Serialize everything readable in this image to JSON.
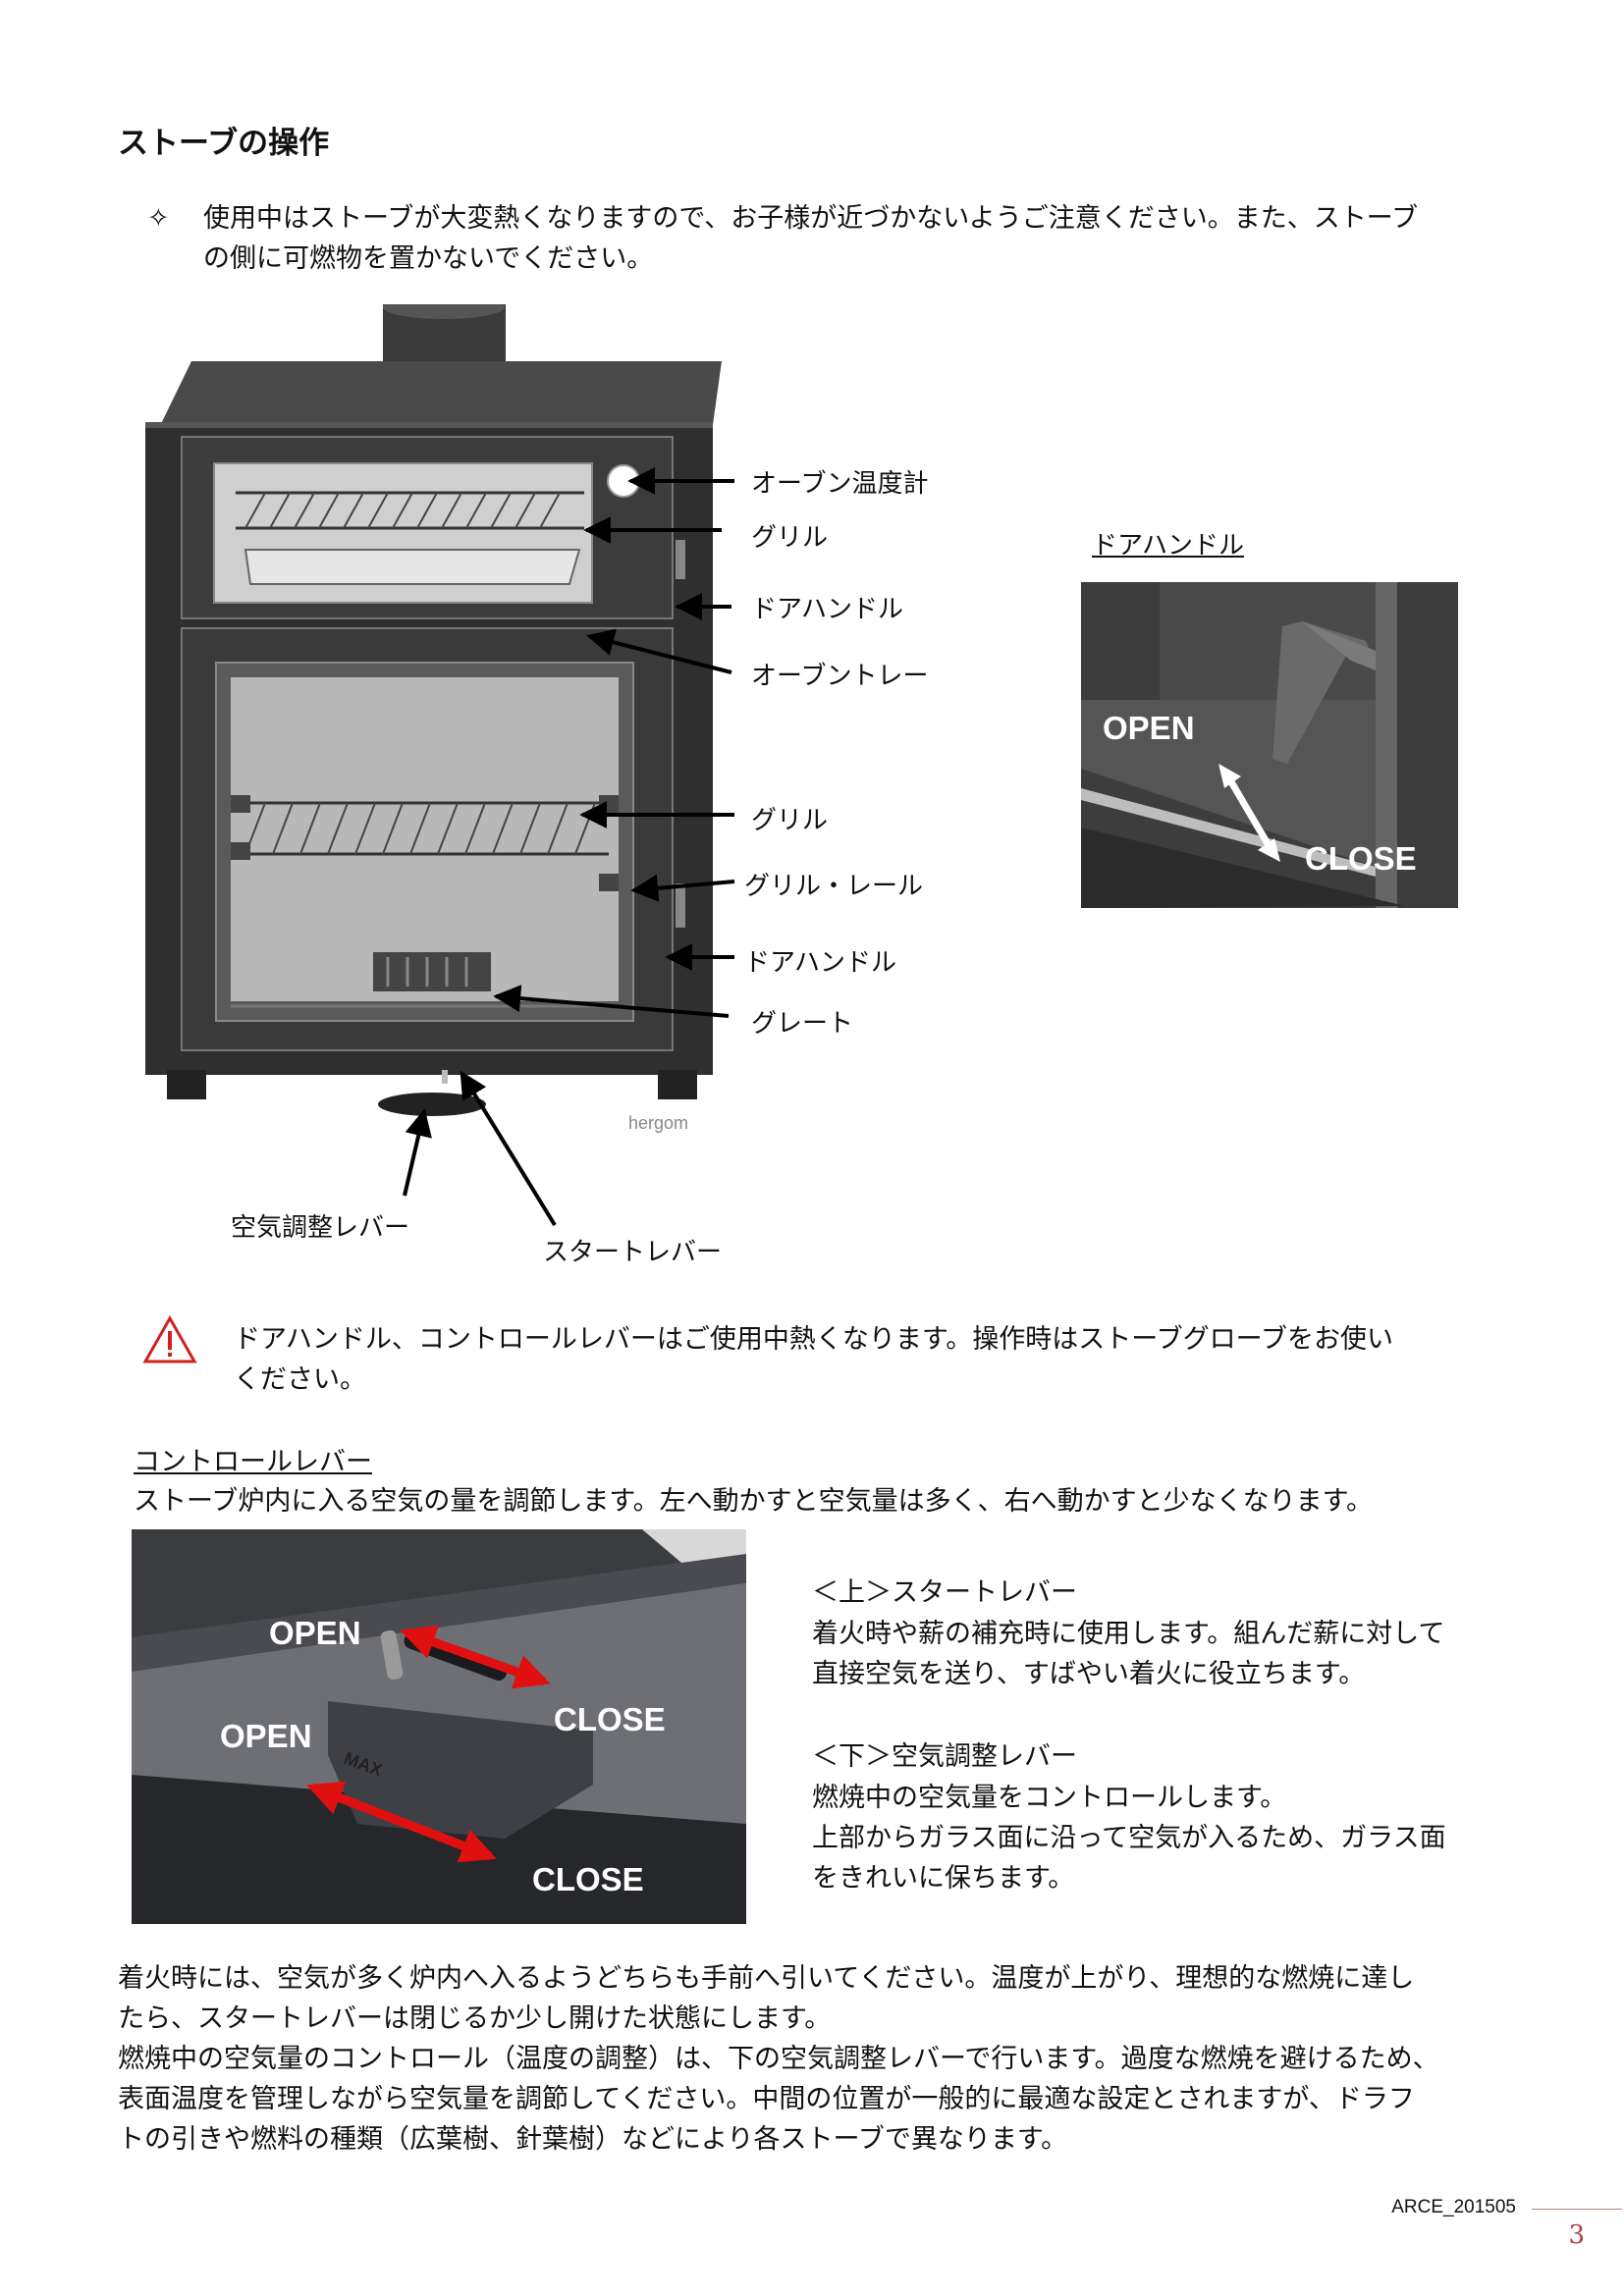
{
  "page": {
    "title": "ストーブの操作",
    "bullet_icon": "✧",
    "intro_line1": "使用中はストーブが大変熱くなりますので、お子様が近づかないようご注意ください。また、ストーブ",
    "intro_line2": "の側に可燃物を置かないでください。"
  },
  "stove_labels": {
    "thermometer": "オーブン温度計",
    "grill_top": "グリル",
    "door_handle_top": "ドアハンドル",
    "oven_tray": "オーブントレー",
    "grill_bottom": "グリル",
    "grill_rail": "グリル・レール",
    "door_handle_bottom": "ドアハンドル",
    "grate": "グレート",
    "air_lever": "空気調整レバー",
    "start_lever": "スタートレバー",
    "brand": "hergom"
  },
  "door_handle_panel": {
    "title": "ドアハンドル",
    "open": "OPEN",
    "close": "CLOSE"
  },
  "warning": {
    "icon": "warning-triangle-icon",
    "line1": "ドアハンドル、コントロールレバーはご使用中熱くなります。操作時はストーブグローブをお使い",
    "line2": "ください。"
  },
  "control_lever": {
    "heading": "コントロールレバー",
    "description": "ストーブ炉内に入る空気の量を調節します。左へ動かすと空気量は多く、右へ動かすと少なくなります。",
    "photo": {
      "open_top": "OPEN",
      "close_top": "CLOSE",
      "open_bottom": "OPEN",
      "close_bottom": "CLOSE",
      "max_mark": "MAX"
    },
    "upper_title": "＜上＞スタートレバー",
    "upper_line1": "着火時や薪の補充時に使用します。組んだ薪に対して",
    "upper_line2": "直接空気を送り、すばやい着火に役立ちます。",
    "lower_title": "＜下＞空気調整レバー",
    "lower_line1": "燃焼中の空気量をコントロールします。",
    "lower_line2": "上部からガラス面に沿って空気が入るため、ガラス面",
    "lower_line3": "をきれいに保ちます。"
  },
  "closing": {
    "line1": "着火時には、空気が多く炉内へ入るようどちらも手前へ引いてください。温度が上がり、理想的な燃焼に達し",
    "line2": "たら、スタートレバーは閉じるか少し開けた状態にします。",
    "line3": "燃焼中の空気量のコントロール（温度の調整）は、下の空気調整レバーで行います。過度な燃焼を避けるため、",
    "line4": "表面温度を管理しながら空気量を調節してください。中間の位置が一般的に最適な設定とされますが、ドラフ",
    "line5": "トの引きや燃料の種類（広葉樹、針葉樹）などにより各ストーブで異なります。"
  },
  "footer": {
    "code": "ARCE_201505",
    "page_number": "3"
  }
}
